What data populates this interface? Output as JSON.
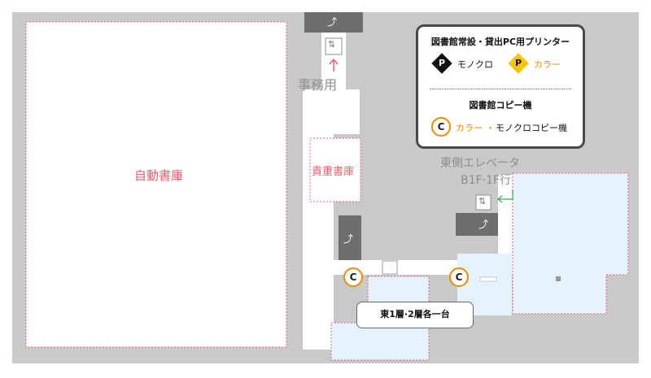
{
  "rooms": {
    "auto_storage": "自動書庫",
    "rare_storage": "貴重書庫",
    "office": "事務用"
  },
  "elevator": {
    "name": "東側エレベータ",
    "floors": "B1F·1F行"
  },
  "legend": {
    "printer_title": "図書館常設・貸出PC用プリンター",
    "mono_label": "モノクロ",
    "color_label": "カラー",
    "printer_symbol": "P",
    "copier_title": "図書館コピー機",
    "copier_symbol": "C",
    "copier_color": "カラー",
    "copier_sep": "・",
    "copier_mono": "モノクロコピー機"
  },
  "callout": {
    "text": "東1層·2層各一台"
  },
  "colors": {
    "wall": "#c9c9c9",
    "corridor": "#ffffff",
    "room_border": "#e8606a",
    "highlight": "#e4f2fb",
    "marker_orange": "#f08a00",
    "stair_dark": "#6e6e6e"
  }
}
